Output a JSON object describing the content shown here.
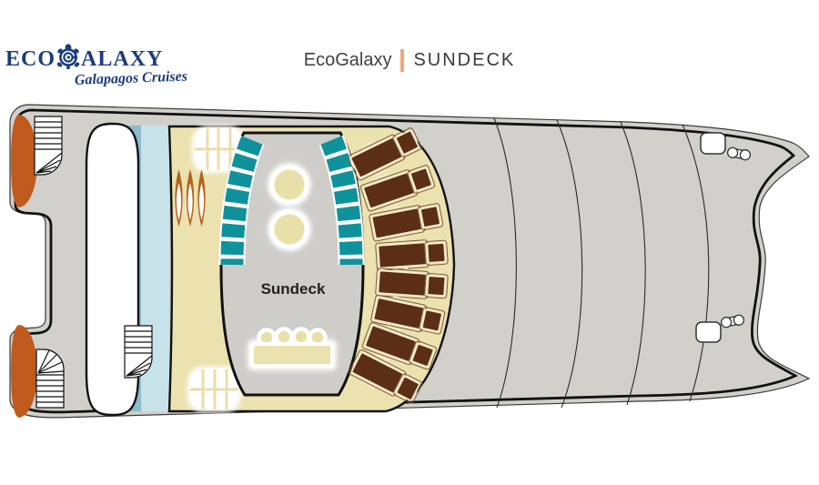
{
  "header": {
    "boat_name": "EcoGalaxy",
    "separator": "|",
    "deck_name": "SUNDECK"
  },
  "logo": {
    "brand_eco": "ECO",
    "brand_alaxy": "ALAXY",
    "tagline": "Galapagos Cruises"
  },
  "deck": {
    "label": "Sundeck",
    "features": {
      "sun_loungers": 8,
      "kayaks": 3,
      "round_tables": 2,
      "bar_counters": 1,
      "bar_stools": 4,
      "curved_bench_rows": 2,
      "spiral_staircases": 3,
      "skylights": 2,
      "deck_hatches": 2,
      "mooring_cleats": 2
    },
    "colors": {
      "deck_gray": "#D2D0CB",
      "sun_area_beige": "#EBE2B0",
      "bench_teal": "#10929C",
      "lounger_brown": "#5B2E15",
      "hull_pad_orange": "#C05A1D",
      "water_strip_blue": "#C8E2EA",
      "logo_navy": "#1B3C7E",
      "accent_orange": "#EFA871"
    }
  }
}
